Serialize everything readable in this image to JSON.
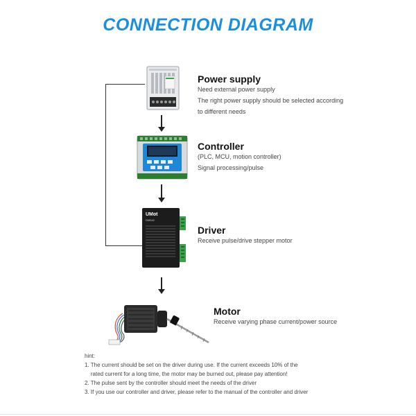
{
  "title": "CONNECTION DIAGRAM",
  "steps": {
    "power": {
      "title": "Power supply",
      "lines": [
        "Need external power supply",
        "The right power supply should be selected according",
        "to different needs"
      ]
    },
    "controller": {
      "title": "Controller",
      "lines": [
        "(PLC, MCU, motion controller)",
        "Signal processing/pulse"
      ]
    },
    "driver": {
      "title": "Driver",
      "lines": [
        "Receive pulse/drive stepper motor"
      ],
      "device_label": "UMot",
      "device_model": "DM542"
    },
    "motor": {
      "title": "Motor",
      "lines": [
        "Receive varying phase current/power source"
      ]
    }
  },
  "hint": {
    "heading": "hint:",
    "lines": [
      "1. The current should be set on the driver during use. If the current exceeds 10% of the",
      "    rated current for a long time, the motor may be burned out, please pay attention!",
      "2. The pulse sent by the controller should meet the needs of the driver",
      "3. If you use our controller and driver, please refer to the manual of the controller and driver"
    ]
  },
  "colors": {
    "title": "#1a8fe0",
    "controller_panel": "#1e88d6",
    "driver_body": "#1c1c1c",
    "terminal_green": "#3aa04a",
    "motor_body": "#2a2a2a"
  }
}
